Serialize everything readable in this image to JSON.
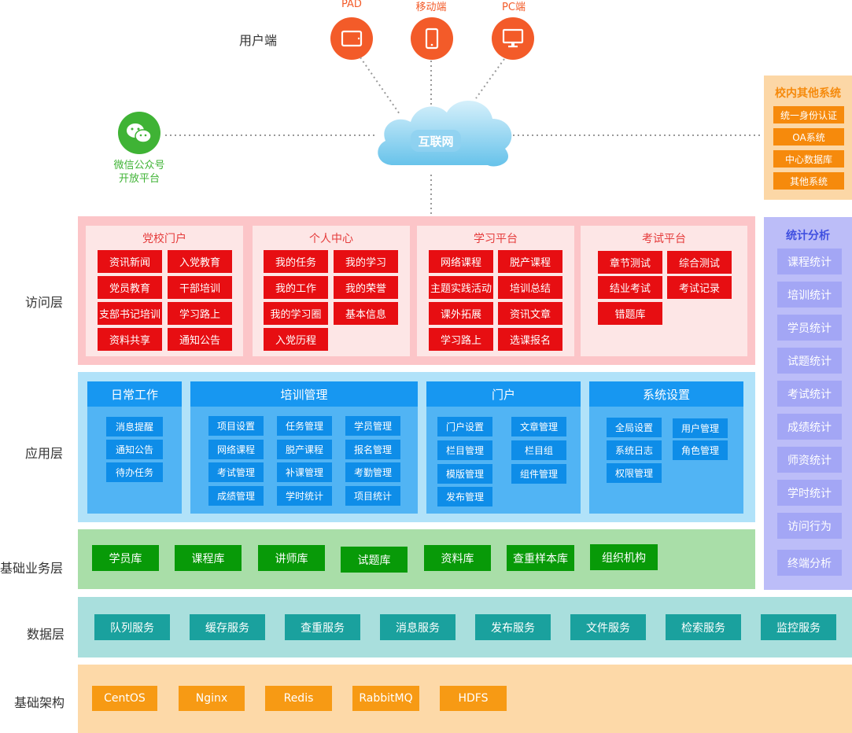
{
  "user_label": "用户端",
  "devices": [
    {
      "label": "PAD",
      "icon": "tablet-icon"
    },
    {
      "label": "移动端",
      "icon": "phone-icon"
    },
    {
      "label": "PC端",
      "icon": "monitor-icon"
    }
  ],
  "internet_label": "互联网",
  "wechat": {
    "line1": "微信公众号",
    "line2": "开放平台"
  },
  "school_systems": {
    "title": "校内其他系统",
    "items": [
      "统一身份认证",
      "OA系统",
      "中心数据库",
      "其他系统"
    ]
  },
  "layers": {
    "access": "访问层",
    "app": "应用层",
    "business": "基础业务层",
    "data": "数据层",
    "infra": "基础架构"
  },
  "access_cards": [
    {
      "title": "党校门户",
      "items": [
        "资讯新闻",
        "入党教育",
        "党员教育",
        "干部培训",
        "支部书记培训",
        "学习路上",
        "资料共享",
        "通知公告"
      ]
    },
    {
      "title": "个人中心",
      "items": [
        "我的任务",
        "我的学习",
        "我的工作",
        "我的荣誉",
        "我的学习圈",
        "基本信息",
        "入党历程"
      ]
    },
    {
      "title": "学习平台",
      "items": [
        "网络课程",
        "脱产课程",
        "主题实践活动",
        "培训总结",
        "课外拓展",
        "资讯文章",
        "学习路上",
        "选课报名"
      ]
    },
    {
      "title": "考试平台",
      "items": [
        "章节测试",
        "综合测试",
        "结业考试",
        "考试记录",
        "错题库"
      ]
    }
  ],
  "app_cards": [
    {
      "title": "日常工作",
      "items": [
        "消息提醒",
        "通知公告",
        "待办任务"
      ]
    },
    {
      "title": "培训管理",
      "items": [
        "项目设置",
        "任务管理",
        "学员管理",
        "网络课程",
        "脱产课程",
        "报名管理",
        "考试管理",
        "补课管理",
        "考勤管理",
        "成绩管理",
        "学时统计",
        "项目统计"
      ]
    },
    {
      "title": "门户",
      "items": [
        "门户设置",
        "文章管理",
        "栏目管理",
        "栏目组",
        "模版管理",
        "组件管理",
        "发布管理"
      ]
    },
    {
      "title": "系统设置",
      "items": [
        "全局设置",
        "用户管理",
        "系统日志",
        "角色管理",
        "权限管理"
      ]
    }
  ],
  "business_items": [
    "学员库",
    "课程库",
    "讲师库",
    "试题库",
    "资料库",
    "查重样本库",
    "组织机构"
  ],
  "data_items": [
    "队列服务",
    "缓存服务",
    "查重服务",
    "消息服务",
    "发布服务",
    "文件服务",
    "检索服务",
    "监控服务"
  ],
  "infra_items": [
    "CentOS",
    "Nginx",
    "Redis",
    "RabbitMQ",
    "HDFS"
  ],
  "stats": {
    "title": "统计分析",
    "items": [
      "课程统计",
      "培训统计",
      "学员统计",
      "试题统计",
      "考试统计",
      "成绩统计",
      "师资统计",
      "学时统计",
      "访问行为",
      "终端分析"
    ]
  },
  "colors": {
    "device": "#f35b29",
    "access_button": "#e70e12",
    "app_header": "#1797f1",
    "business_button": "#089a08",
    "data_button": "#1aa19e",
    "infra_button": "#f79a14",
    "stats_button": "#a3a6f5",
    "school_button": "#f68a0c",
    "wechat": "#3fb335"
  }
}
